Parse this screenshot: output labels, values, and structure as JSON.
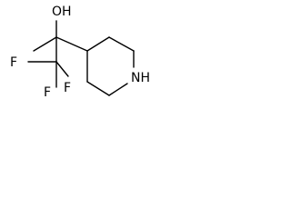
{
  "molecule": {
    "atoms": {
      "hydroxyl": "OH",
      "fluorine_1": "F",
      "fluorine_2": "F",
      "fluorine_3": "F",
      "ring_nitrogen": "NH"
    },
    "colors": {
      "bond": "#000000",
      "label": "#000000",
      "background": "#ffffff"
    }
  }
}
